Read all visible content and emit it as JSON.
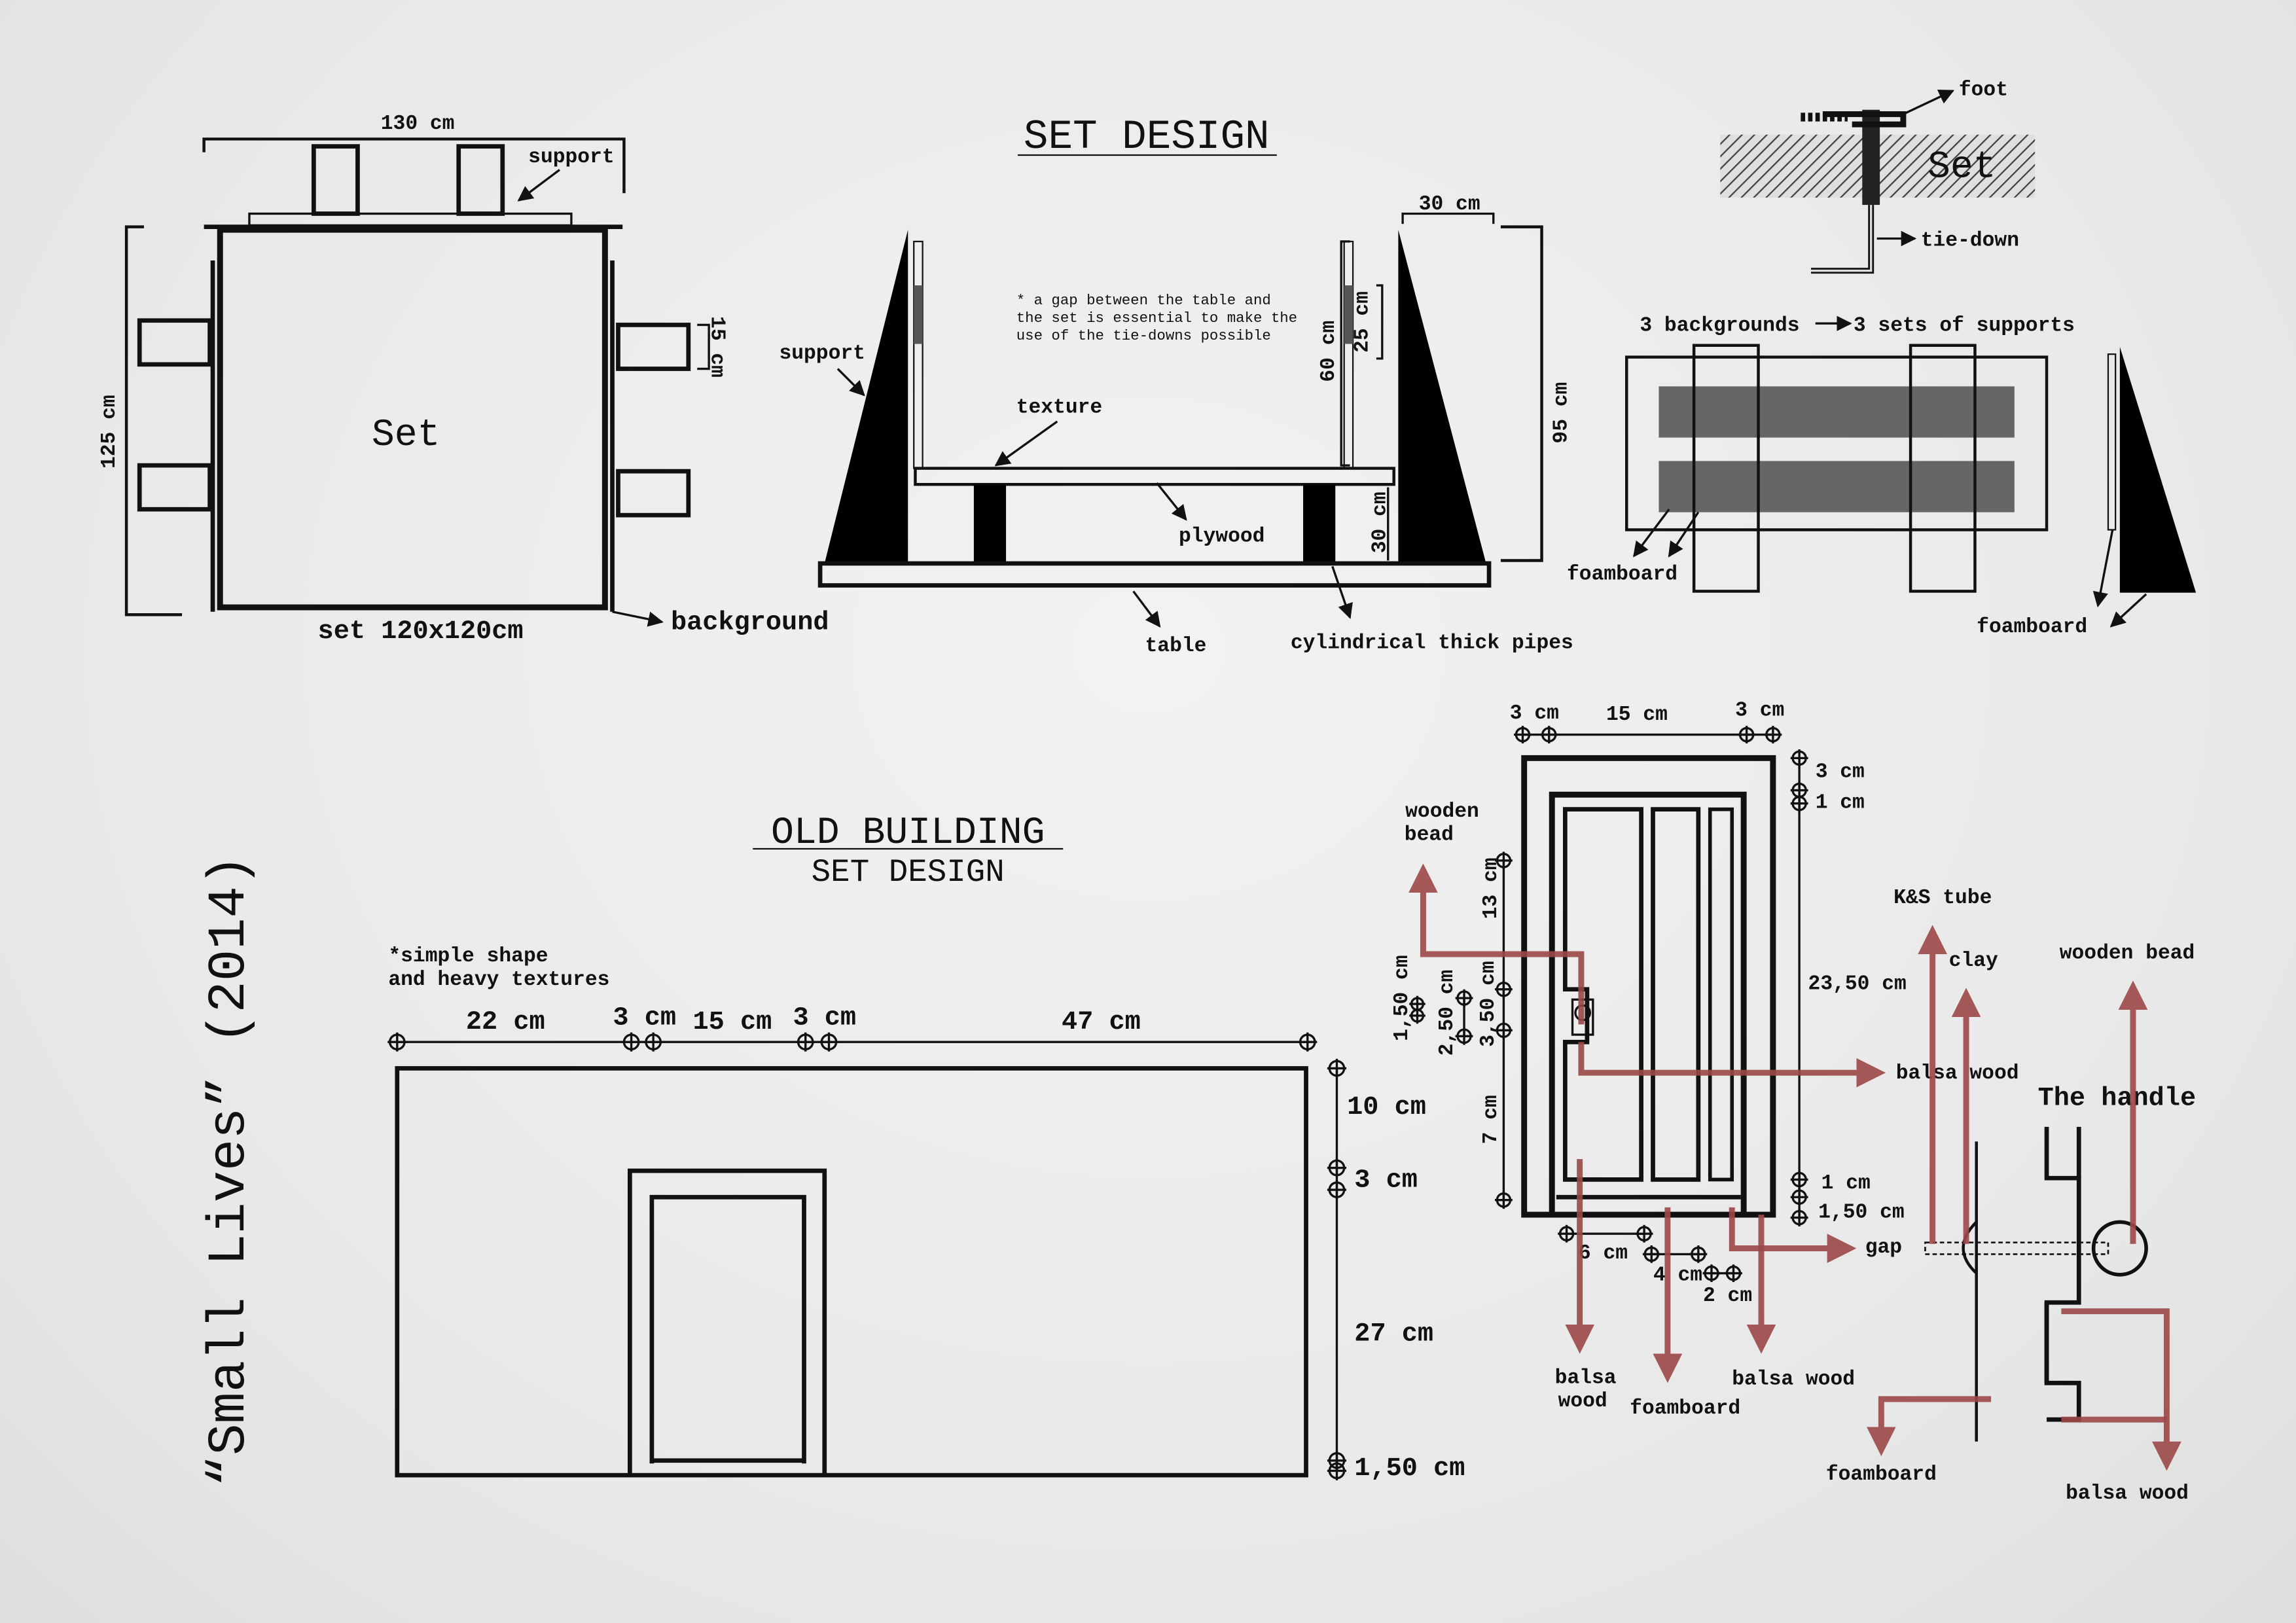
{
  "titles": {
    "set_design": "SET DESIGN",
    "old_building": "OLD BUILDING",
    "old_building_sub": "SET DESIGN",
    "film": "“Small Lives” (2014)"
  },
  "plan": {
    "width_dim": "130 cm",
    "height_dim": "125 cm",
    "support": "support",
    "set": "Set",
    "support_dim": "15 cm",
    "set_size": "set 120x120cm",
    "background": "background"
  },
  "section": {
    "note": [
      "* a gap between the table and",
      "the set is essential to make the",
      "use of the tie-downs possible"
    ],
    "support": "support",
    "texture": "texture",
    "plywood": "plywood",
    "table": "table",
    "pipes": "cylindrical thick pipes",
    "dim_top": "30 cm",
    "dim_60": "60 cm",
    "dim_25": "25 cm",
    "dim_95": "95 cm",
    "dim_30": "30 cm"
  },
  "detail": {
    "foot": "foot",
    "set": "Set",
    "tie_down": "tie-down",
    "backgrounds": "3 backgrounds",
    "supports": "3 sets of supports",
    "foamboard_1": "foamboard",
    "foamboard_2": "foamboard"
  },
  "building": {
    "note": [
      "*simple shape",
      "and heavy textures"
    ],
    "h_dims": [
      "22 cm",
      "3 cm",
      "15 cm",
      "3 cm",
      "47 cm"
    ],
    "v_dims": [
      "10 cm",
      "3 cm",
      "27 cm",
      "1,50 cm"
    ]
  },
  "door": {
    "top_dims": [
      "3 cm",
      "15 cm",
      "3 cm"
    ],
    "right_dims": [
      "3 cm",
      "1 cm",
      "23,50 cm",
      "1 cm",
      "1,50 cm"
    ],
    "left_dims": [
      "13 cm",
      "3,50 cm",
      "7 cm",
      "2,50 cm",
      "1,50 cm"
    ],
    "bottom_dims": [
      "6 cm",
      "4 cm",
      "2 cm"
    ],
    "labels": {
      "wooden_bead": [
        "wooden",
        "bead"
      ],
      "balsa_wood_right": "balsa wood",
      "balsa_wood_bottom": [
        "balsa",
        "wood"
      ],
      "foamboard": "foamboard",
      "balsa_wood_b2": "balsa wood",
      "gap": "gap"
    }
  },
  "handle": {
    "title": "The handle",
    "ks_tube": "K&S tube",
    "clay": "clay",
    "wooden_bead": "wooden bead",
    "foamboard": "foamboard",
    "balsa_wood": "balsa wood"
  },
  "colors": {
    "ink": "#111111",
    "annotation": "#9c4848",
    "paper": "#ebebeb"
  }
}
